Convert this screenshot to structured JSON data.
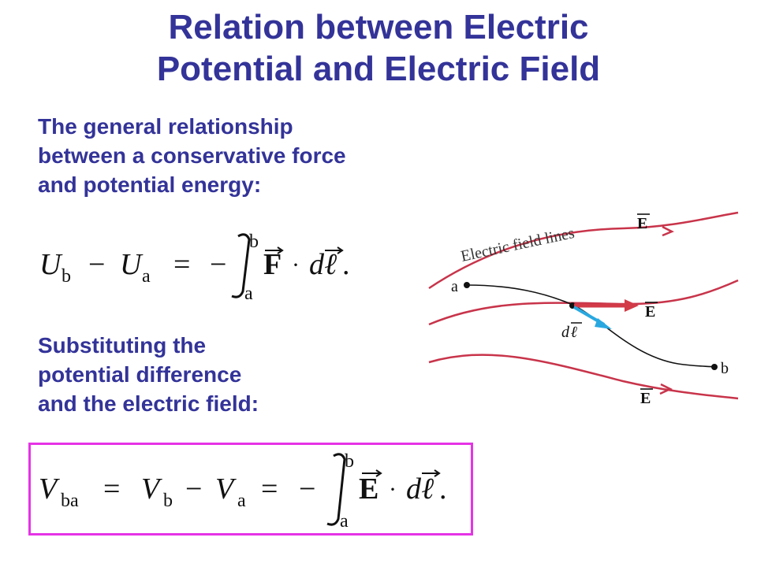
{
  "title": {
    "line1": "Relation between Electric",
    "line2": "Potential and Electric Field"
  },
  "text": {
    "para1": [
      "The general relationship",
      "between a conservative force",
      "and potential energy:"
    ],
    "para2": [
      "Substituting the",
      "potential difference",
      "and the electric field:"
    ]
  },
  "equation1": {
    "lhs1": "U",
    "lhs1_sub": "b",
    "minus": "−",
    "lhs2": "U",
    "lhs2_sub": "a",
    "equals": "=",
    "neg": "−",
    "upper": "b",
    "lower": "a",
    "vector": "F",
    "dot": "·",
    "d": "d",
    "ell": "ℓ",
    "end": "."
  },
  "equation2": {
    "v1": "V",
    "v1_sub": "ba",
    "eq1": "=",
    "v2": "V",
    "v2_sub": "b",
    "minus": "−",
    "v3": "V",
    "v3_sub": "a",
    "eq2": "=",
    "neg": "−",
    "upper": "b",
    "lower": "a",
    "vector": "E",
    "dot": "·",
    "d": "d",
    "ell": "ℓ",
    "end": ".",
    "border_color": "#e633e6"
  },
  "diagram": {
    "field_lines_label": "Electric field lines",
    "label_E": "E",
    "label_a": "a",
    "label_b": "b",
    "label_d": "d",
    "label_ell": "ℓ",
    "field_line_color": "#c8344a",
    "field_vector_color": "#d23a48",
    "dl_vector_color": "#29a8e0"
  },
  "colors": {
    "heading": "#333399"
  }
}
